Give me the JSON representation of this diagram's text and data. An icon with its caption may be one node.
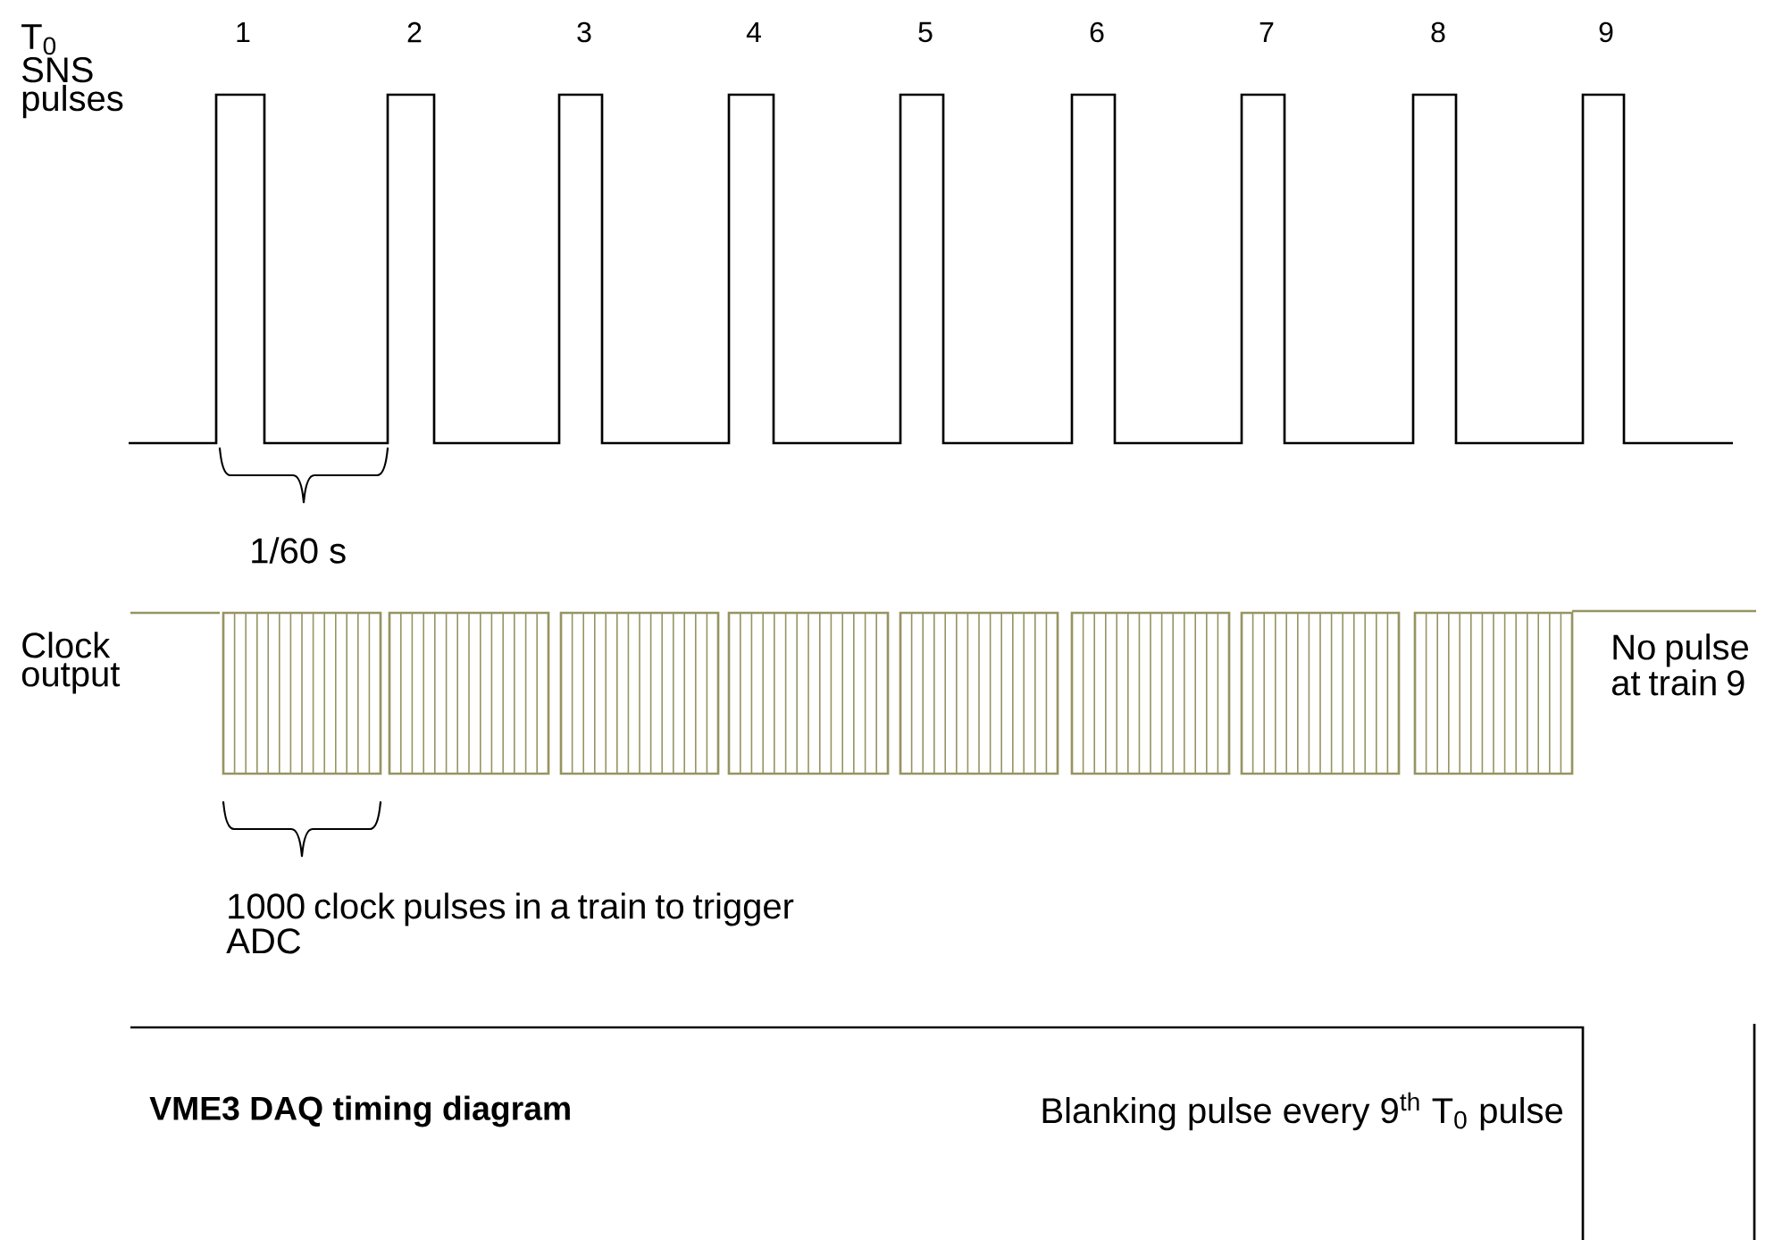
{
  "diagram": {
    "title": "VME3 DAQ timing diagram",
    "labels": [
      "T$_{0}$ SNS pulses",
      "1",
      "2",
      "3",
      "4",
      "5",
      "6",
      "7",
      "8",
      "9",
      "1/60 s",
      "Clock output",
      "1000 clock pulses in a train to trigger ADC",
      "No pulse at train 9",
      "Blanking pulse every 9$^{th}$ T$_{0}$ pulse"
    ]
  }
}
